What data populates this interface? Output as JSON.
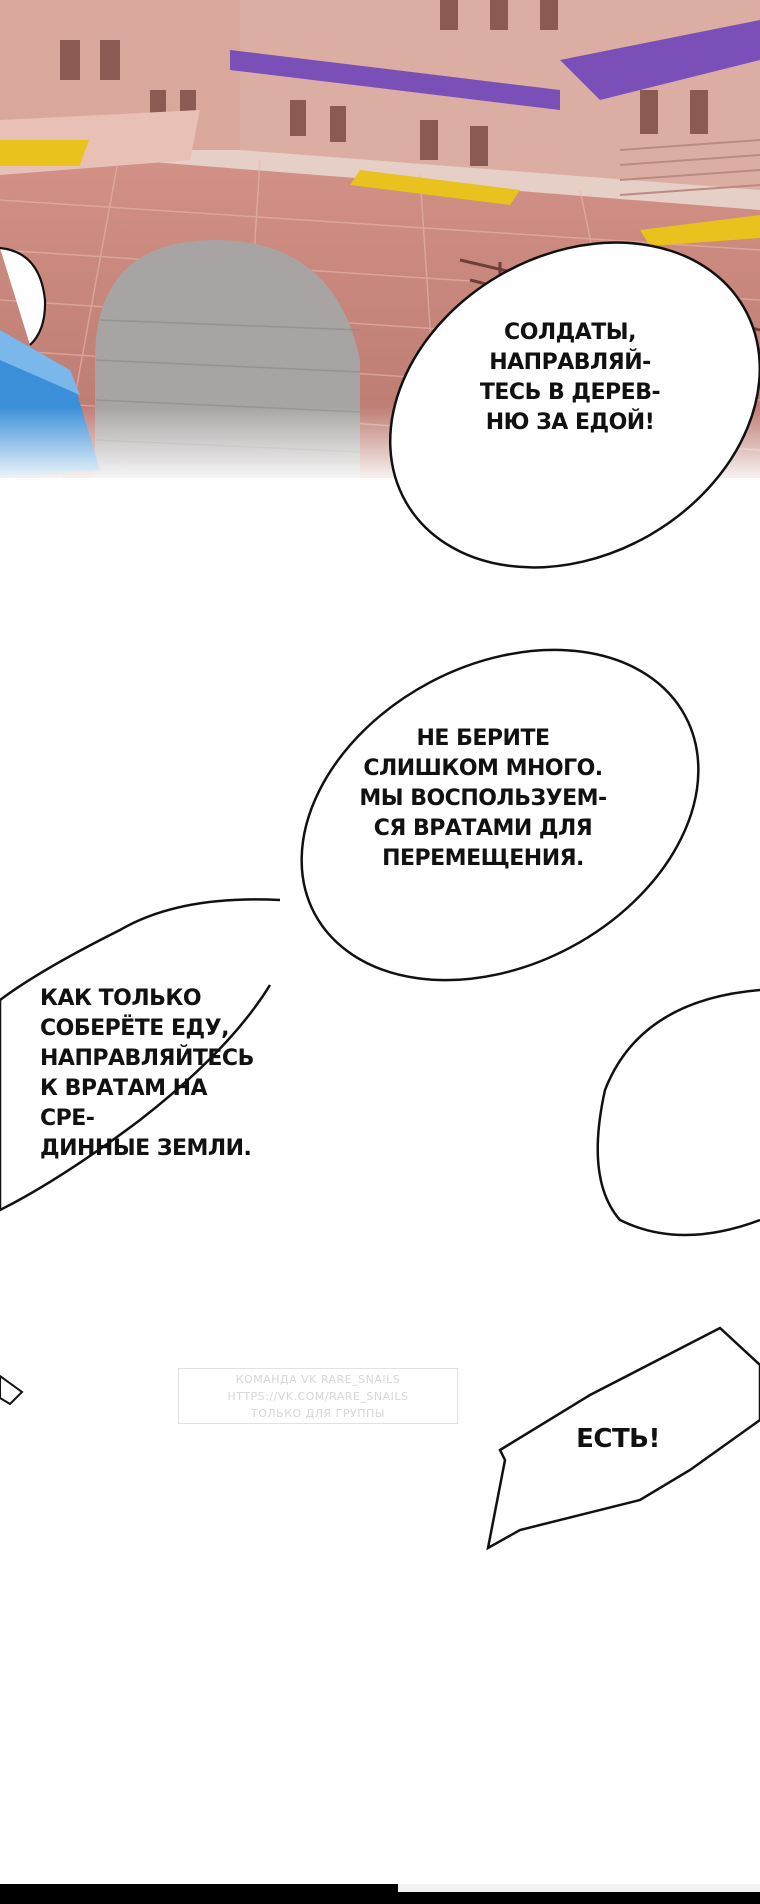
{
  "bubbles": {
    "b1": "СОЛДАТЫ,\nНАПРАВЛЯЙ-\nТЕСЬ В ДЕРЕВ-\nНЮ ЗА ЕДОЙ!",
    "b2": "НЕ БЕРИТЕ\nСЛИШКОМ МНОГО.\nМЫ ВОСПОЛЬЗУЕМ-\nСЯ ВРАТАМИ ДЛЯ\nПЕРЕМЕЩЕНИЯ.",
    "b3": "КАК ТОЛЬКО\nСОБЕРЁТЕ ЕДУ,\nНАПРАВЛЯЙТЕСЬ\nК ВРАТАМ НА СРЕ-\nДИННЫЕ ЗЕМЛИ.",
    "b4": "ЕСТЬ!"
  },
  "watermark": {
    "line1": "КОМАНДА VK RARE_SNAILS",
    "line2": "HTTPS://VK.COM/RARE_SNAILS",
    "line3": "ТОЛЬКО ДЛЯ ГРУППЫ"
  },
  "colors": {
    "sky": "#e9d9d0",
    "building": "#d9a79c",
    "roof": "#7a4fb8",
    "plaza": "#c98a80",
    "blue_stall": "#3a8fd8",
    "yellow_trim": "#e9c21d"
  }
}
